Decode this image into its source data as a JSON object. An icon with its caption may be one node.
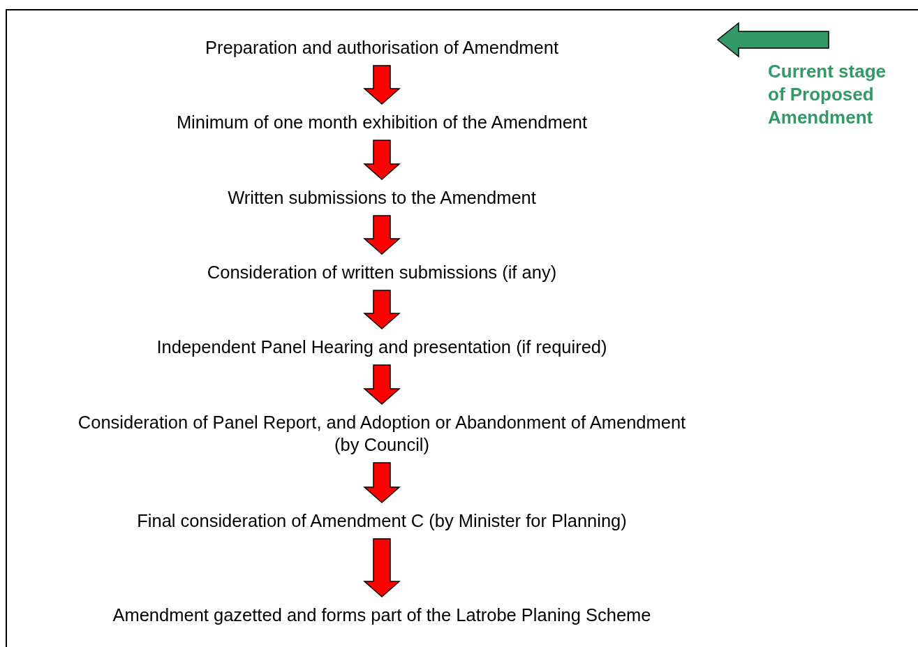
{
  "diagram": {
    "nodes": [
      {
        "text": [
          "Preparation and authorisation of Amendment"
        ]
      },
      {
        "text": [
          "Minimum of one month exhibition of  the Amendment"
        ]
      },
      {
        "text": [
          "Written submissions to the Amendment"
        ]
      },
      {
        "text": [
          "Consideration of written submissions (if any)"
        ]
      },
      {
        "text": [
          "Independent Panel Hearing and presentation (if required)"
        ]
      },
      {
        "text": [
          "Consideration of Panel Report, and Adoption or Abandonment of Amendment (by Council)"
        ]
      },
      {
        "text": [
          "Final consideration of Amendment C (by Minister for Planning)"
        ]
      },
      {
        "text": [
          "Amendment  gazetted and forms part of the Latrobe Planing Scheme"
        ]
      },
      {
        "text": [
          "Current stage of Proposed Amendment"
        ]
      }
    ],
    "edges": [
      {
        "from": 0,
        "to": 1,
        "arrow": "to"
      },
      {
        "from": 1,
        "to": 2,
        "arrow": "to"
      },
      {
        "from": 2,
        "to": 3,
        "arrow": "to"
      },
      {
        "from": 3,
        "to": 4,
        "arrow": "to"
      },
      {
        "from": 4,
        "to": 5,
        "arrow": "to"
      },
      {
        "from": 5,
        "to": 6,
        "arrow": "to"
      },
      {
        "from": 6,
        "to": 7,
        "arrow": "to"
      }
    ]
  }
}
